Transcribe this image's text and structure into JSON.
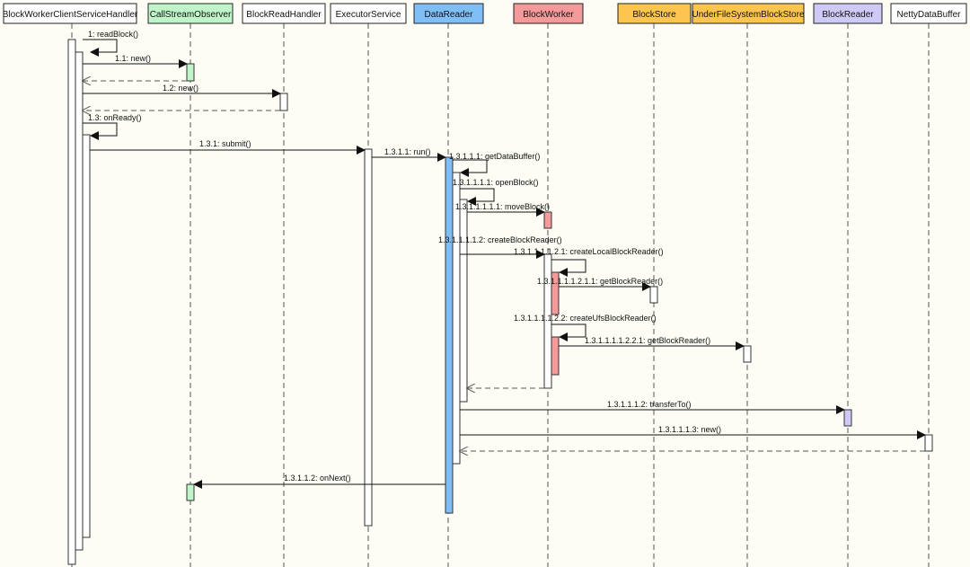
{
  "participants": [
    {
      "id": "handler",
      "name": "BlockWorkerClientServiceHandler",
      "color": "#ffffff"
    },
    {
      "id": "observer",
      "name": "CallStreamObserver",
      "color": "#bff5c8"
    },
    {
      "id": "readhandler",
      "name": "BlockReadHandler",
      "color": "#ffffff"
    },
    {
      "id": "executor",
      "name": "ExecutorService",
      "color": "#ffffff"
    },
    {
      "id": "datareader",
      "name": "DataReader",
      "color": "#7fbff5"
    },
    {
      "id": "worker",
      "name": "BlockWorker",
      "color": "#f49a9a"
    },
    {
      "id": "store",
      "name": "BlockStore",
      "color": "#fbc54f"
    },
    {
      "id": "ufsstore",
      "name": "UnderFileSystemBlockStore",
      "color": "#fbc54f"
    },
    {
      "id": "reader",
      "name": "BlockReader",
      "color": "#cfc9f5"
    },
    {
      "id": "buffer",
      "name": "NettyDataBuffer",
      "color": "#ffffff"
    }
  ],
  "messages": [
    {
      "label": "1: readBlock()",
      "from": "handler",
      "to": "handler",
      "kind": "self"
    },
    {
      "label": "1.1: new()",
      "from": "handler",
      "to": "observer",
      "kind": "call"
    },
    {
      "label": "",
      "from": "observer",
      "to": "handler",
      "kind": "return"
    },
    {
      "label": "1.2: new()",
      "from": "handler",
      "to": "readhandler",
      "kind": "call"
    },
    {
      "label": "",
      "from": "readhandler",
      "to": "handler",
      "kind": "return"
    },
    {
      "label": "1.3: onReady()",
      "from": "handler",
      "to": "handler",
      "kind": "self"
    },
    {
      "label": "1.3.1: submit()",
      "from": "handler",
      "to": "executor",
      "kind": "call"
    },
    {
      "label": "1.3.1.1: run()",
      "from": "executor",
      "to": "datareader",
      "kind": "call"
    },
    {
      "label": "1.3.1.1.1: getDataBuffer()",
      "from": "datareader",
      "to": "datareader",
      "kind": "self"
    },
    {
      "label": "1.3.1.1.1.1: openBlock()",
      "from": "datareader",
      "to": "datareader",
      "kind": "self"
    },
    {
      "label": "1.3.1.1.1.1.1: moveBlock()",
      "from": "datareader",
      "to": "worker",
      "kind": "call"
    },
    {
      "label": "1.3.1.1.1.1.2: createBlockReader()",
      "from": "datareader",
      "to": "worker",
      "kind": "call"
    },
    {
      "label": "1.3.1.1.1.1.2.1: createLocalBlockReader()",
      "from": "worker",
      "to": "worker",
      "kind": "self"
    },
    {
      "label": "1.3.1.1.1.1.2.1.1: getBlockReader()",
      "from": "worker",
      "to": "store",
      "kind": "call"
    },
    {
      "label": "1.3.1.1.1.1.2.2: createUfsBlockReader()",
      "from": "worker",
      "to": "worker",
      "kind": "self"
    },
    {
      "label": "1.3.1.1.1.1.2.2.1: getBlockReader()",
      "from": "worker",
      "to": "ufsstore",
      "kind": "call"
    },
    {
      "label": "",
      "from": "worker",
      "to": "datareader",
      "kind": "return"
    },
    {
      "label": "1.3.1.1.1.2: transferTo()",
      "from": "datareader",
      "to": "reader",
      "kind": "call"
    },
    {
      "label": "1.3.1.1.1.3: new()",
      "from": "datareader",
      "to": "buffer",
      "kind": "call"
    },
    {
      "label": "",
      "from": "buffer",
      "to": "datareader",
      "kind": "return"
    },
    {
      "label": "1.3.1.1.2: onNext()",
      "from": "datareader",
      "to": "observer",
      "kind": "call"
    }
  ]
}
